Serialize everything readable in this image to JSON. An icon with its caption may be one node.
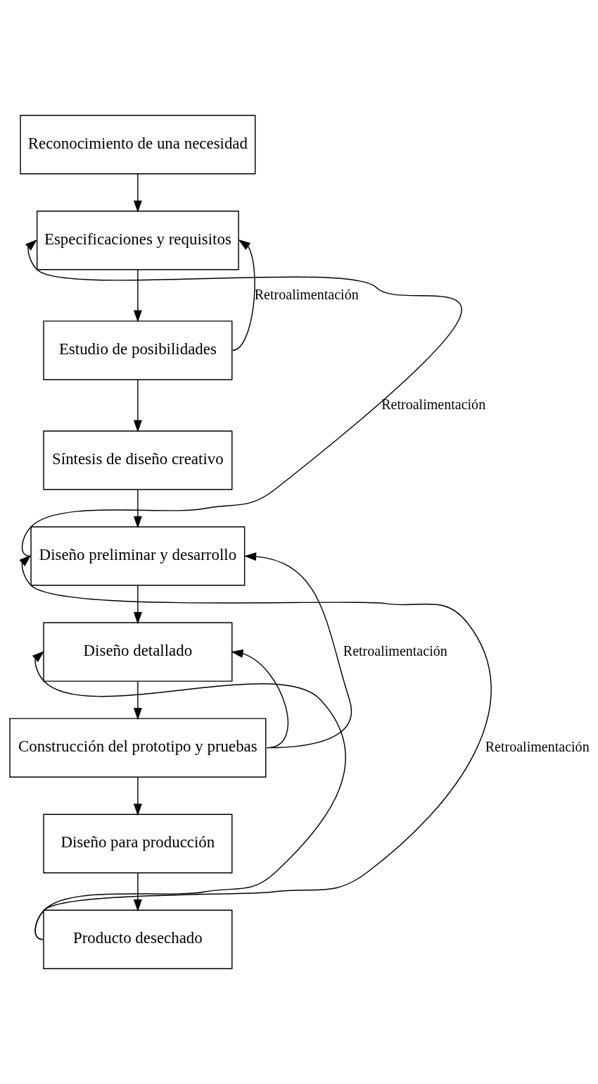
{
  "diagram": {
    "nodes": [
      {
        "text": [
          "Reconocimiento de una necesidad"
        ]
      },
      {
        "text": [
          "Especificaciones y requisitos"
        ]
      },
      {
        "text": [
          "Estudio de posibilidades"
        ]
      },
      {
        "text": [
          "Síntesis de diseño creativo"
        ]
      },
      {
        "text": [
          "Diseño preliminar y desarrollo"
        ]
      },
      {
        "text": [
          "Diseño detallado"
        ]
      },
      {
        "text": [
          "Construcción del prototipo y pruebas"
        ]
      },
      {
        "text": [
          "Diseño para producción"
        ]
      },
      {
        "text": [
          "Producto desechado"
        ]
      }
    ],
    "edges": [
      {
        "from": 0,
        "to": 1,
        "arrow": "to"
      },
      {
        "from": 1,
        "to": 2,
        "arrow": "to"
      },
      {
        "from": 2,
        "to": 3,
        "arrow": "to"
      },
      {
        "from": 3,
        "to": 4,
        "arrow": "to"
      },
      {
        "from": 4,
        "to": 5,
        "arrow": "to"
      },
      {
        "from": 5,
        "to": 6,
        "arrow": "to"
      },
      {
        "from": 6,
        "to": 7,
        "arrow": "to"
      },
      {
        "from": 7,
        "to": 8,
        "arrow": "to"
      },
      {
        "from": 2,
        "to": 1,
        "arrow": "to",
        "label": "Retroalimentación"
      },
      {
        "from": 4,
        "to": 1,
        "arrow": "to",
        "label": "Retroalimentación"
      },
      {
        "from": 6,
        "to": 4,
        "arrow": "to",
        "label": "Retroalimentación"
      },
      {
        "from": 6,
        "to": 5,
        "arrow": "to"
      },
      {
        "from": 8,
        "to": 4,
        "arrow": "to",
        "label": "Retroalimentación"
      },
      {
        "from": 8,
        "to": 5,
        "arrow": "to"
      }
    ]
  }
}
